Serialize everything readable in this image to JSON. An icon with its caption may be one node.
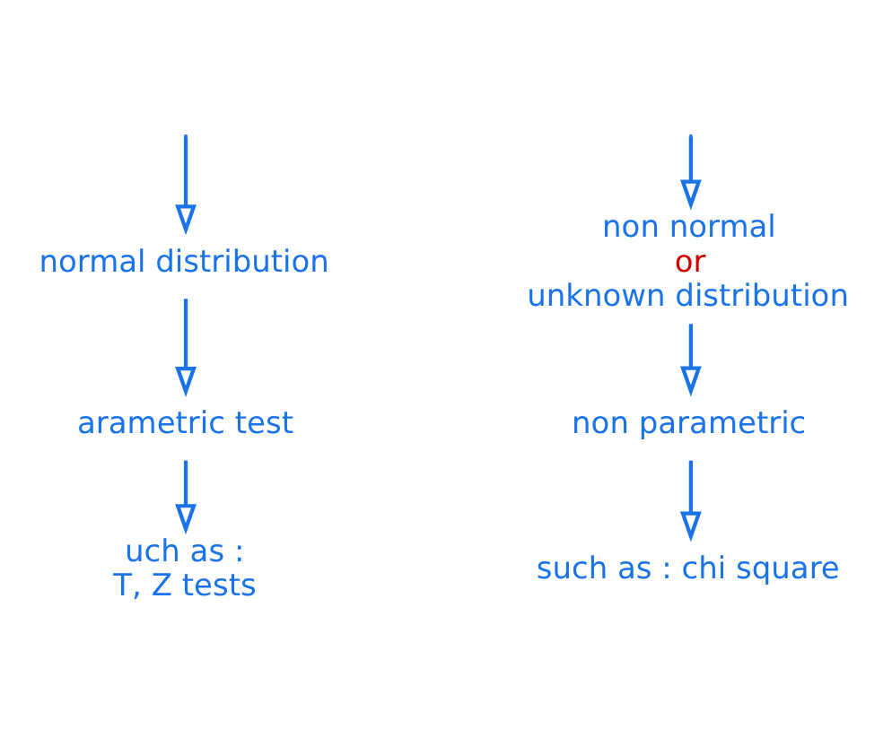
{
  "diagram": {
    "nodes": [
      {
        "text": [
          "normal distribution"
        ]
      },
      {
        "text": [
          "non normal",
          "or",
          "unknown distribution"
        ]
      },
      {
        "text": [
          "arametric test"
        ]
      },
      {
        "text": [
          "non parametric"
        ]
      },
      {
        "text": [
          "uch as :",
          "T, Z tests"
        ]
      },
      {
        "text": [
          "such as : chi square"
        ]
      }
    ],
    "edges": [
      {
        "from": null,
        "to": 0,
        "arrow": "to"
      },
      {
        "from": null,
        "to": 1,
        "arrow": "to"
      },
      {
        "from": 0,
        "to": 2,
        "arrow": "to"
      },
      {
        "from": 1,
        "to": 3,
        "arrow": "to"
      },
      {
        "from": 2,
        "to": 4,
        "arrow": "to"
      },
      {
        "from": 3,
        "to": 5,
        "arrow": "to"
      }
    ]
  }
}
